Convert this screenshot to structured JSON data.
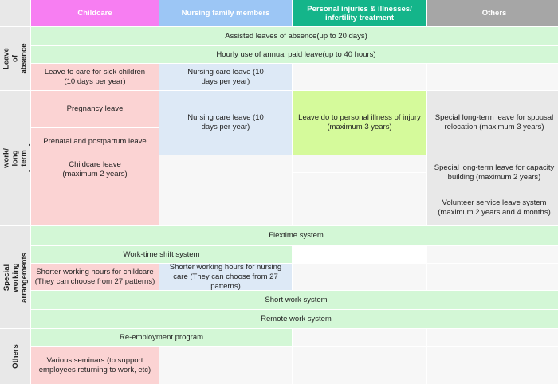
{
  "header": {
    "childcare": "Childcare",
    "nursing": "Nursing family members",
    "personal": "Personal injuries & illnesses/ infertility treatment",
    "others": "Others"
  },
  "side": {
    "leave_of_absence": "Leave of absence",
    "long_term_leave": "Leave from work/ long term leave of absence",
    "special_working": "Special working arrangements",
    "others": "Others"
  },
  "rows": {
    "assisted_leave": "Assisted leaves of absence(up to 20 days)",
    "hourly_leave": "Hourly use of annual paid leave(up to 40 hours)",
    "sick_children": "Leave to care for sick children (10 days per year)",
    "nursing_care_leave_1": "Nursing care leave (10 days per year)",
    "pregnancy_leave": "Pregnancy leave",
    "prenatal_leave": "Prenatal and postpartum leave",
    "nursing_care_leave_2": "Nursing care leave (10 days per year)",
    "personal_injury_leave": "Leave do to personal illness of injury (maximum 3 years)",
    "spousal_relocation": "Special long-term leave for spousal relocation (maximum 3 years)",
    "childcare_leave": "Childcare leave (maximum 2 years)",
    "capacity_building": "Special long-term leave for capacity building (maximum 2 years)",
    "volunteer_leave": "Volunteer service leave system (maximum 2 years and 4 months)",
    "flextime": "Flextime system",
    "work_time_shift": "Work-time shift system",
    "shorter_childcare": "Shorter working hours for childcare (They can choose from 27 patterns)",
    "shorter_nursing": "Shorter working hours for nursing care (They can choose from 27 patterns)",
    "short_work": "Short work system",
    "remote_work": "Remote work system",
    "re_employment": "Re-employment program",
    "various_seminars": "Various seminars (to support employees returning to work, etc)"
  },
  "colors": {
    "childcare_header": "#f77ef2",
    "nursing_header": "#9cc6f5",
    "personal_header": "#14b58a",
    "others_header": "#a6a6a6"
  }
}
